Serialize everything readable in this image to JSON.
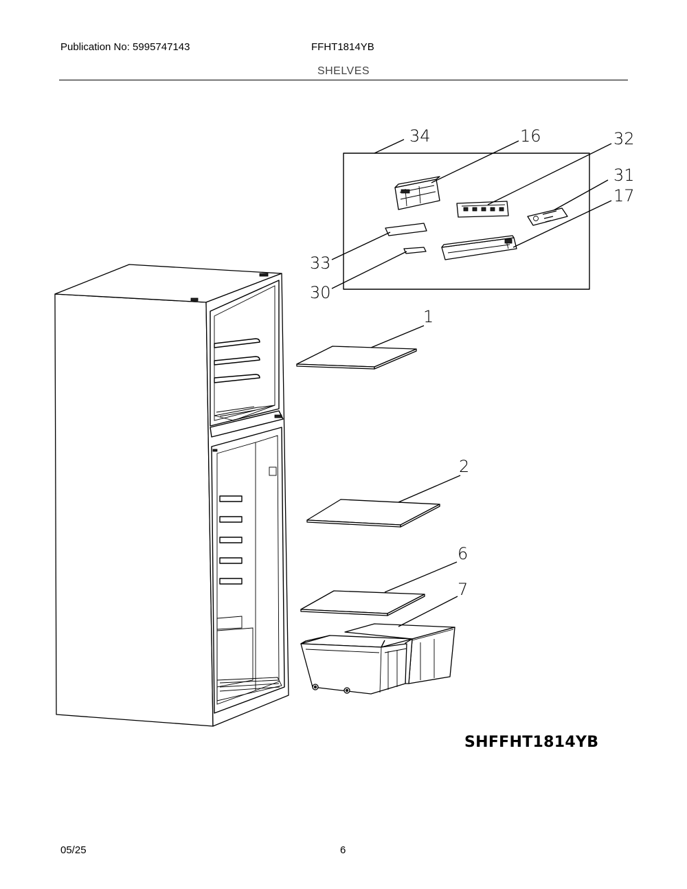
{
  "header": {
    "publication": "Publication No: 5995747143",
    "model": "FFHT1814YB",
    "section_title": "SHELVES"
  },
  "callouts": {
    "c34": "34",
    "c16": "16",
    "c32": "32",
    "c31": "31",
    "c17": "17",
    "c33": "33",
    "c30": "30",
    "c1": "1",
    "c2": "2",
    "c6": "6",
    "c7": "7"
  },
  "diagram_code": "SHFFHT1814YB",
  "footer": {
    "date": "05/25",
    "page": "6"
  }
}
